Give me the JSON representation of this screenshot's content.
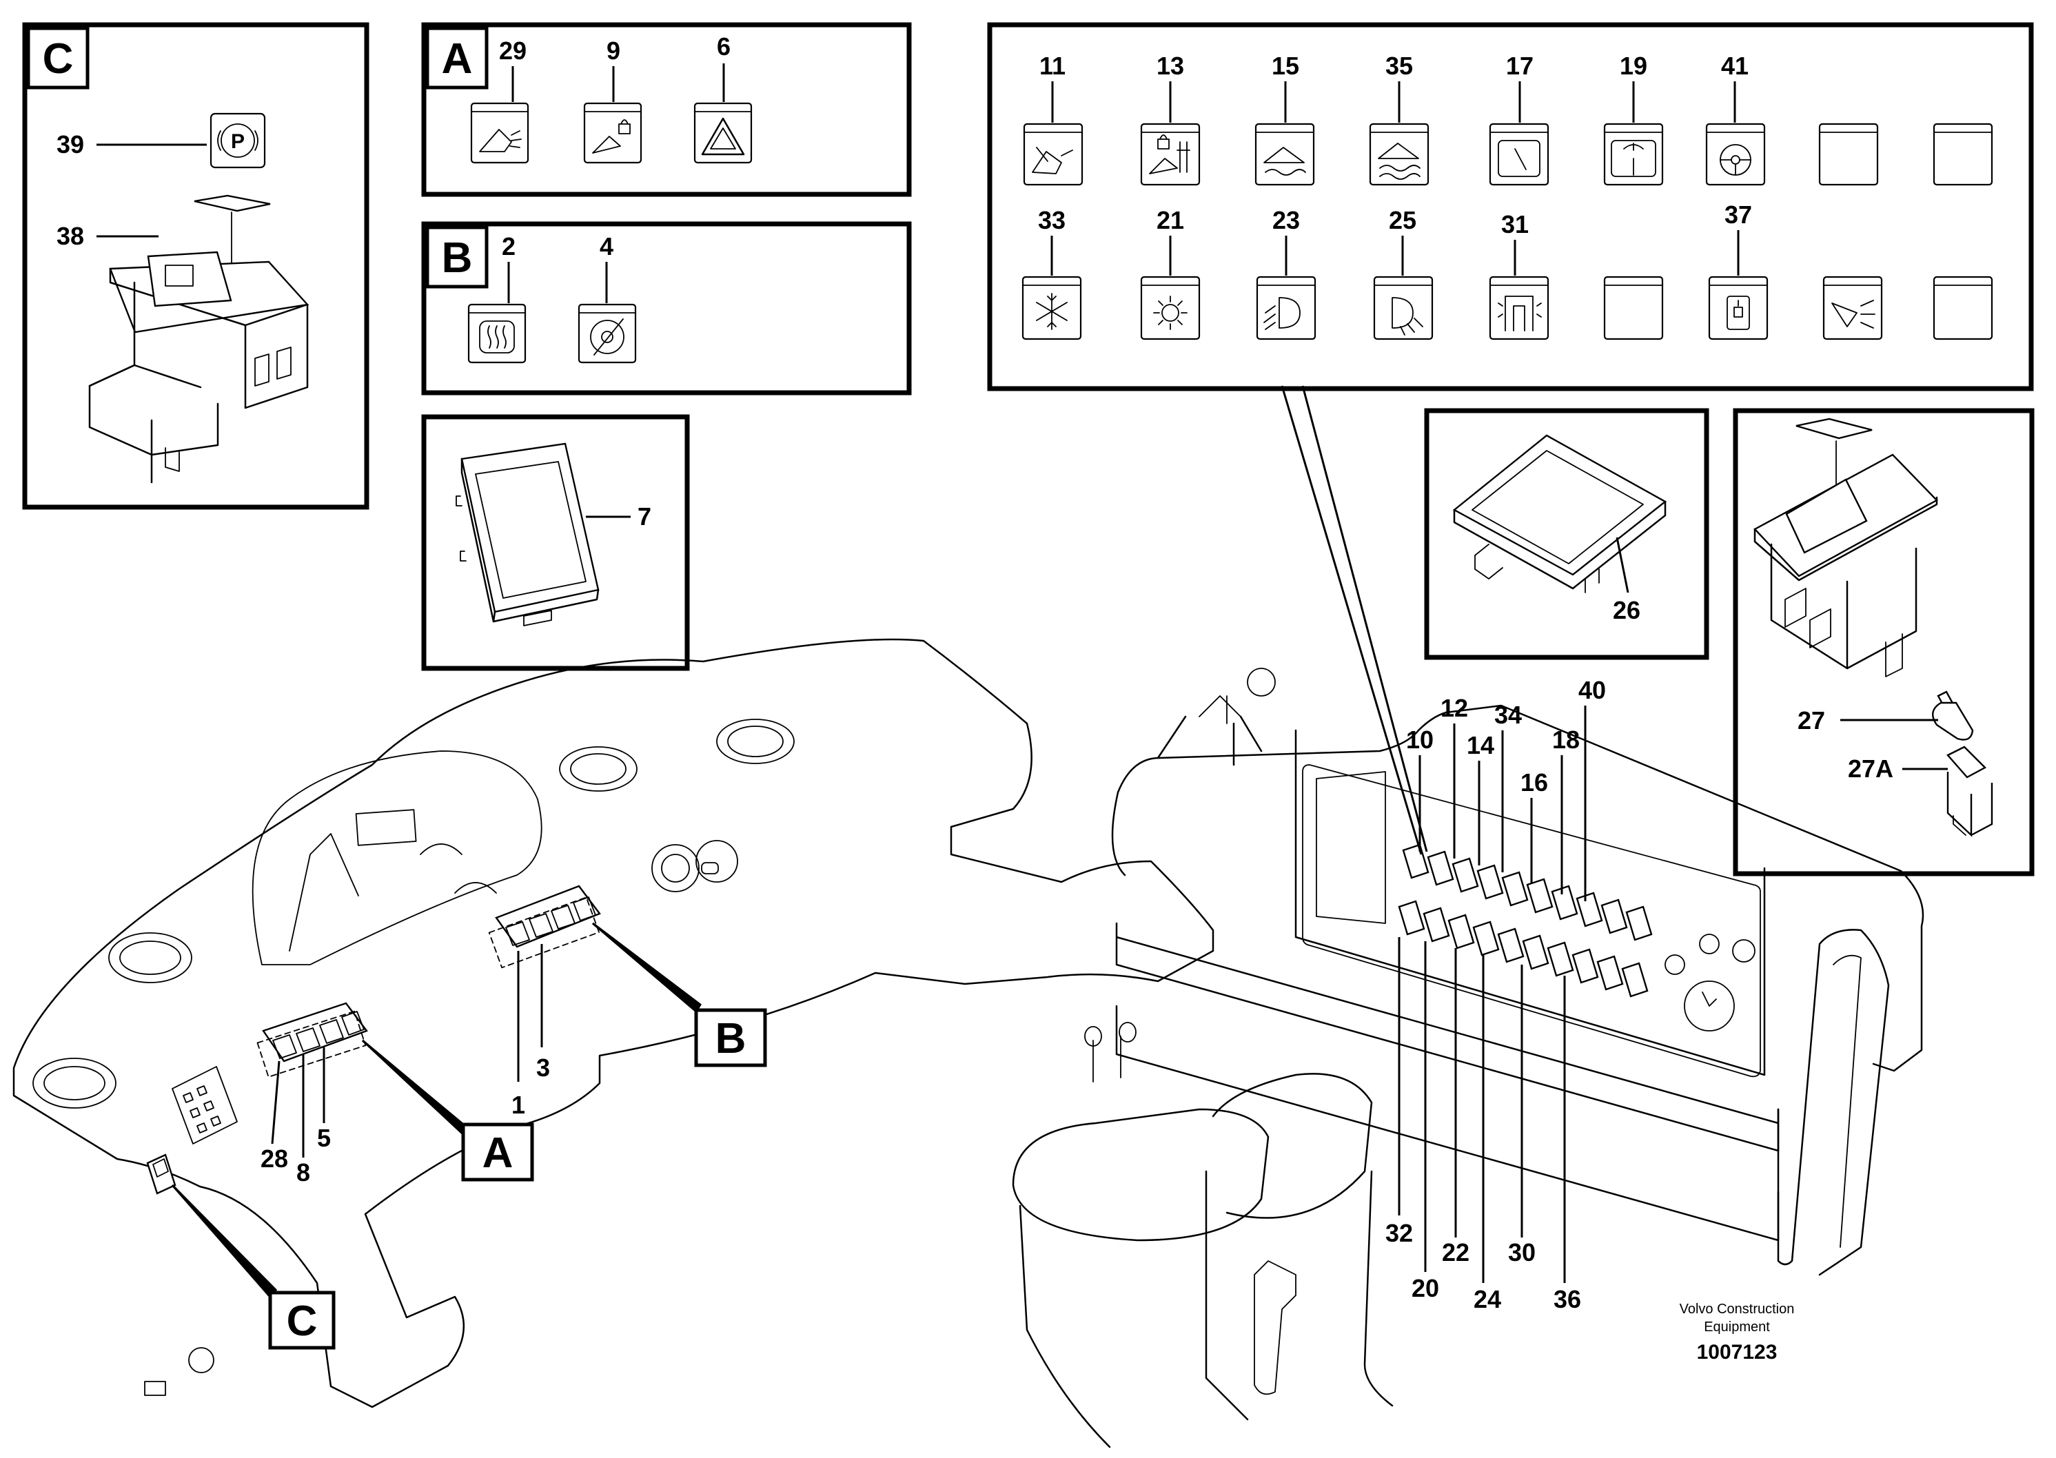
{
  "title_block": {
    "company_line1": "Volvo Construction",
    "company_line2": "Equipment",
    "doc_number": "1007123"
  },
  "detail_tags": {
    "a": "A",
    "b": "B",
    "c": "C"
  },
  "callouts": {
    "c39": "39",
    "c38": "38",
    "c29": "29",
    "c9": "9",
    "c6": "6",
    "c2": "2",
    "c4": "4",
    "c7": "7",
    "c11": "11",
    "c13": "13",
    "c15": "15",
    "c35": "35",
    "c17": "17",
    "c19": "19",
    "c41": "41",
    "c33": "33",
    "c21": "21",
    "c23": "23",
    "c25": "25",
    "c31": "31",
    "c37": "37",
    "c26": "26",
    "c27": "27",
    "c27a": "27A",
    "c10": "10",
    "c12": "12",
    "c34": "34",
    "c14": "14",
    "c16": "16",
    "c18": "18",
    "c40": "40",
    "c32": "32",
    "c20": "20",
    "c22": "22",
    "c24": "24",
    "c30": "30",
    "c36": "36",
    "c1": "1",
    "c3": "3",
    "c5": "5",
    "c8": "8",
    "c28": "28"
  },
  "icons": [
    "parking-brake-p-icon",
    "hazard-triangle-icon",
    "wiper-icon",
    "work-light-icon",
    "fan-icon",
    "snowflake-icon",
    "gauge-icon",
    "steering-wheel-icon"
  ]
}
